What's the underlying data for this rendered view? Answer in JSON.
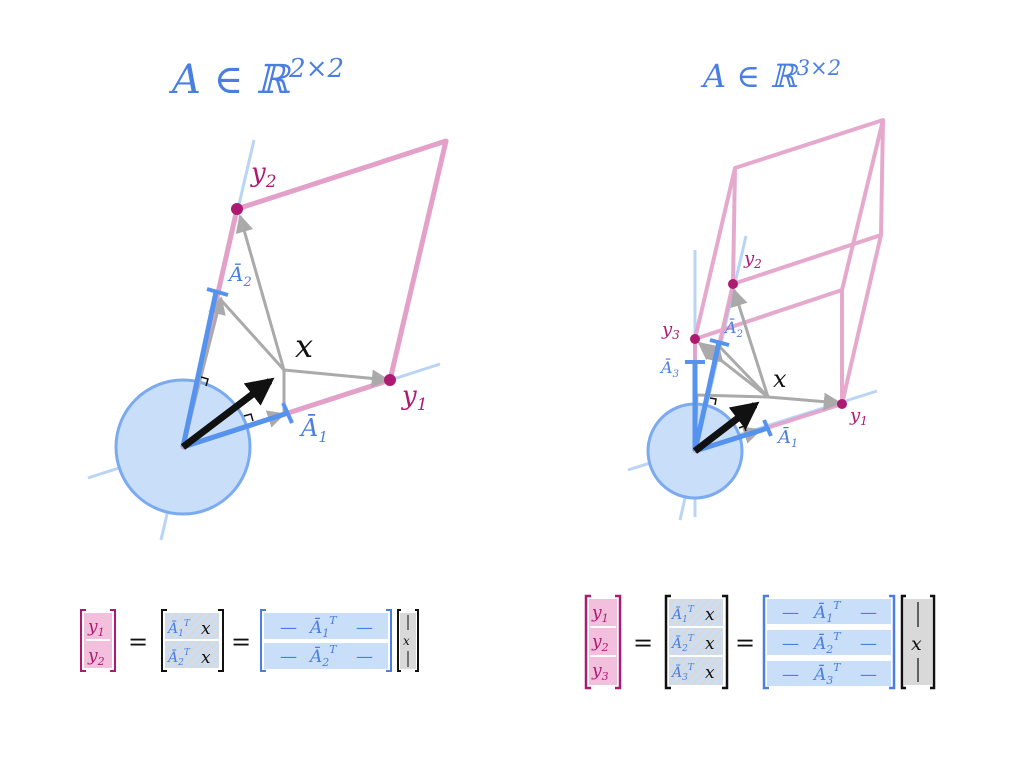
{
  "colors": {
    "blue": "#4a7ee0",
    "blue_light": "#c9def9",
    "blue_line": "#b9d4f5",
    "blue_vec": "#5593ef",
    "magenta": "#ad1a72",
    "magenta_light": "#e9a8cf",
    "magenta_fill": "#f2c0dc",
    "gray": "#aaaaaa",
    "gray_fill": "#d9d9d9",
    "black": "#111111"
  },
  "left": {
    "title": {
      "main": "A ∈ ℝ",
      "sup": "2×2"
    },
    "labels": {
      "y1": "y",
      "y1_sub": "1",
      "y2": "y",
      "y2_sub": "2",
      "x": "x",
      "a1": "Ā",
      "a1_sub": "1",
      "a2": "Ā",
      "a2_sub": "2"
    },
    "eq": {
      "y_entries": [
        "y1",
        "y2"
      ],
      "inner_rows": [
        "Ā1ᵀ x",
        "Ā2ᵀ x"
      ],
      "row_entries": [
        "—  Ā1ᵀ  —",
        "—  Ā2ᵀ  —"
      ],
      "x_col": "x",
      "equals": "="
    }
  },
  "right": {
    "title": {
      "main": "A ∈ ℝ",
      "sup": "3×2"
    },
    "labels": {
      "y1": "y",
      "y1_sub": "1",
      "y2": "y",
      "y2_sub": "2",
      "y3": "y",
      "y3_sub": "3",
      "x": "x",
      "a1": "Ā",
      "a1_sub": "1",
      "a2": "Ā",
      "a2_sub": "2",
      "a3": "Ā",
      "a3_sub": "3"
    },
    "eq": {
      "y_entries": [
        "y1",
        "y2",
        "y3"
      ],
      "inner_rows": [
        "Ā1ᵀ x",
        "Ā2ᵀ x",
        "Ā3ᵀ x"
      ],
      "row_entries": [
        "—  Ā1ᵀ  —",
        "—  Ā2ᵀ  —",
        "—  Ā3ᵀ  —"
      ],
      "x_col": "x",
      "equals": "="
    }
  }
}
